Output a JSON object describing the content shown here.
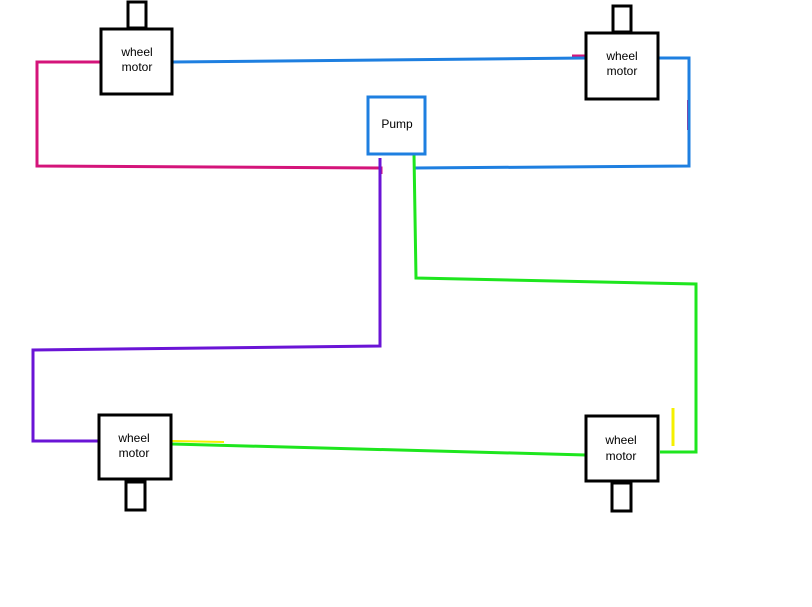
{
  "diagram": {
    "motors": [
      {
        "id": "top-left",
        "line1": "wheel",
        "line2": "motor"
      },
      {
        "id": "top-right",
        "line1": "wheel",
        "line2": "motor"
      },
      {
        "id": "bottom-left",
        "line1": "wheel",
        "line2": "motor"
      },
      {
        "id": "bottom-right",
        "line1": "wheel",
        "line2": "motor"
      }
    ],
    "pump": {
      "label": "Pump"
    },
    "colors": {
      "magenta": "#d4147a",
      "blue": "#1e7fe0",
      "purple": "#6a14d6",
      "green": "#1ee61e",
      "yellow": "#f5f000",
      "box_stroke": "#000000",
      "pump_stroke": "#1e7fe0"
    }
  }
}
